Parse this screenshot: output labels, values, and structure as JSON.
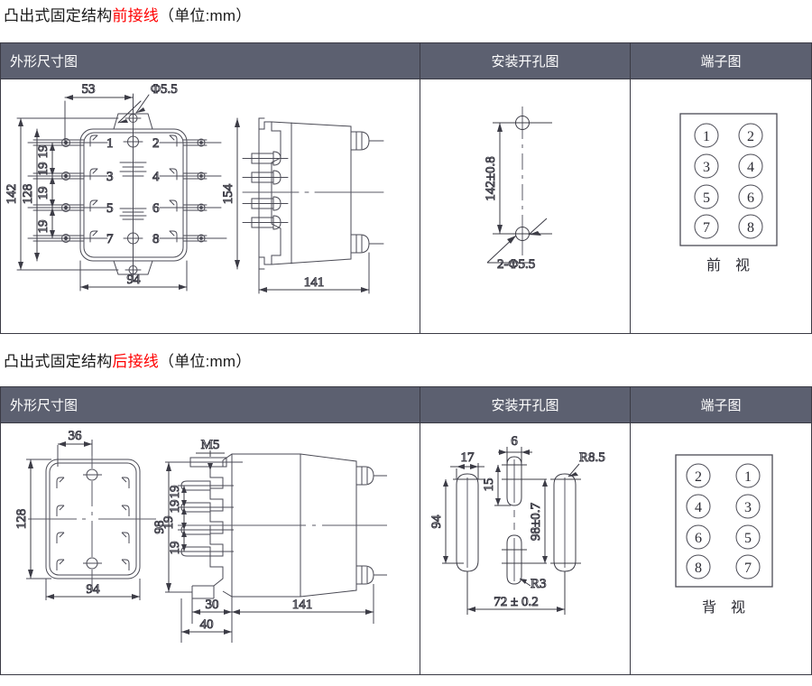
{
  "sections": [
    {
      "title_prefix": "凸出式固定结构",
      "title_highlight": "前接线",
      "title_suffix": "（单位:mm）",
      "columns": [
        "外形尺寸图",
        "安装开孔图",
        "端子图"
      ],
      "outline": {
        "front_view": {
          "dim_top": "53",
          "dim_hole": "Φ5.5",
          "dim_left_outer": "142",
          "dim_left_inner": "128",
          "dim_pitch": [
            "19",
            "19",
            "19",
            "19"
          ],
          "dim_bottom": "94",
          "terminal_numbers": [
            "1",
            "2",
            "3",
            "4",
            "5",
            "6",
            "7",
            "8"
          ]
        },
        "side_view": {
          "dim_height": "154",
          "dim_depth": "141"
        }
      },
      "mounting": {
        "dim_vertical": "142±0.8",
        "hole_note": "2-Φ5.5"
      },
      "terminal": {
        "left_column": [
          "1",
          "3",
          "5",
          "7"
        ],
        "right_column": [
          "2",
          "4",
          "6",
          "8"
        ],
        "caption": "前　视"
      }
    },
    {
      "title_prefix": "凸出式固定结构",
      "title_highlight": "后接线",
      "title_suffix": "（单位:mm）",
      "columns": [
        "外形尺寸图",
        "安装开孔图",
        "端子图"
      ],
      "outline": {
        "front_view": {
          "dim_top": "36",
          "dim_left": "128",
          "dim_bottom": "94"
        },
        "side_view": {
          "thread": "M5",
          "dim_height": "98",
          "dim_pitch": [
            "19",
            "19",
            "19",
            "19"
          ],
          "dim_flange": "30",
          "dim_flange2": "40",
          "dim_depth": "141"
        }
      },
      "mounting": {
        "dim_slot_width": "17",
        "dim_slot_width2": "6",
        "dim_slot_height": "15",
        "dim_radius_big": "R8.5",
        "dim_radius_small": "R3",
        "dim_left_height": "94",
        "dim_vertical": "98±0.7",
        "dim_horizontal": "72±    0.2"
      },
      "terminal": {
        "left_column": [
          "2",
          "4",
          "6",
          "8"
        ],
        "right_column": [
          "1",
          "3",
          "5",
          "7"
        ],
        "caption": "背　视"
      }
    }
  ],
  "colors": {
    "header_bg": "#5c6070",
    "header_text": "#ffffff",
    "border": "#3a3a44",
    "drawing_line": "#3c3c46",
    "highlight": "#ff0000",
    "page_bg": "#ffffff"
  }
}
